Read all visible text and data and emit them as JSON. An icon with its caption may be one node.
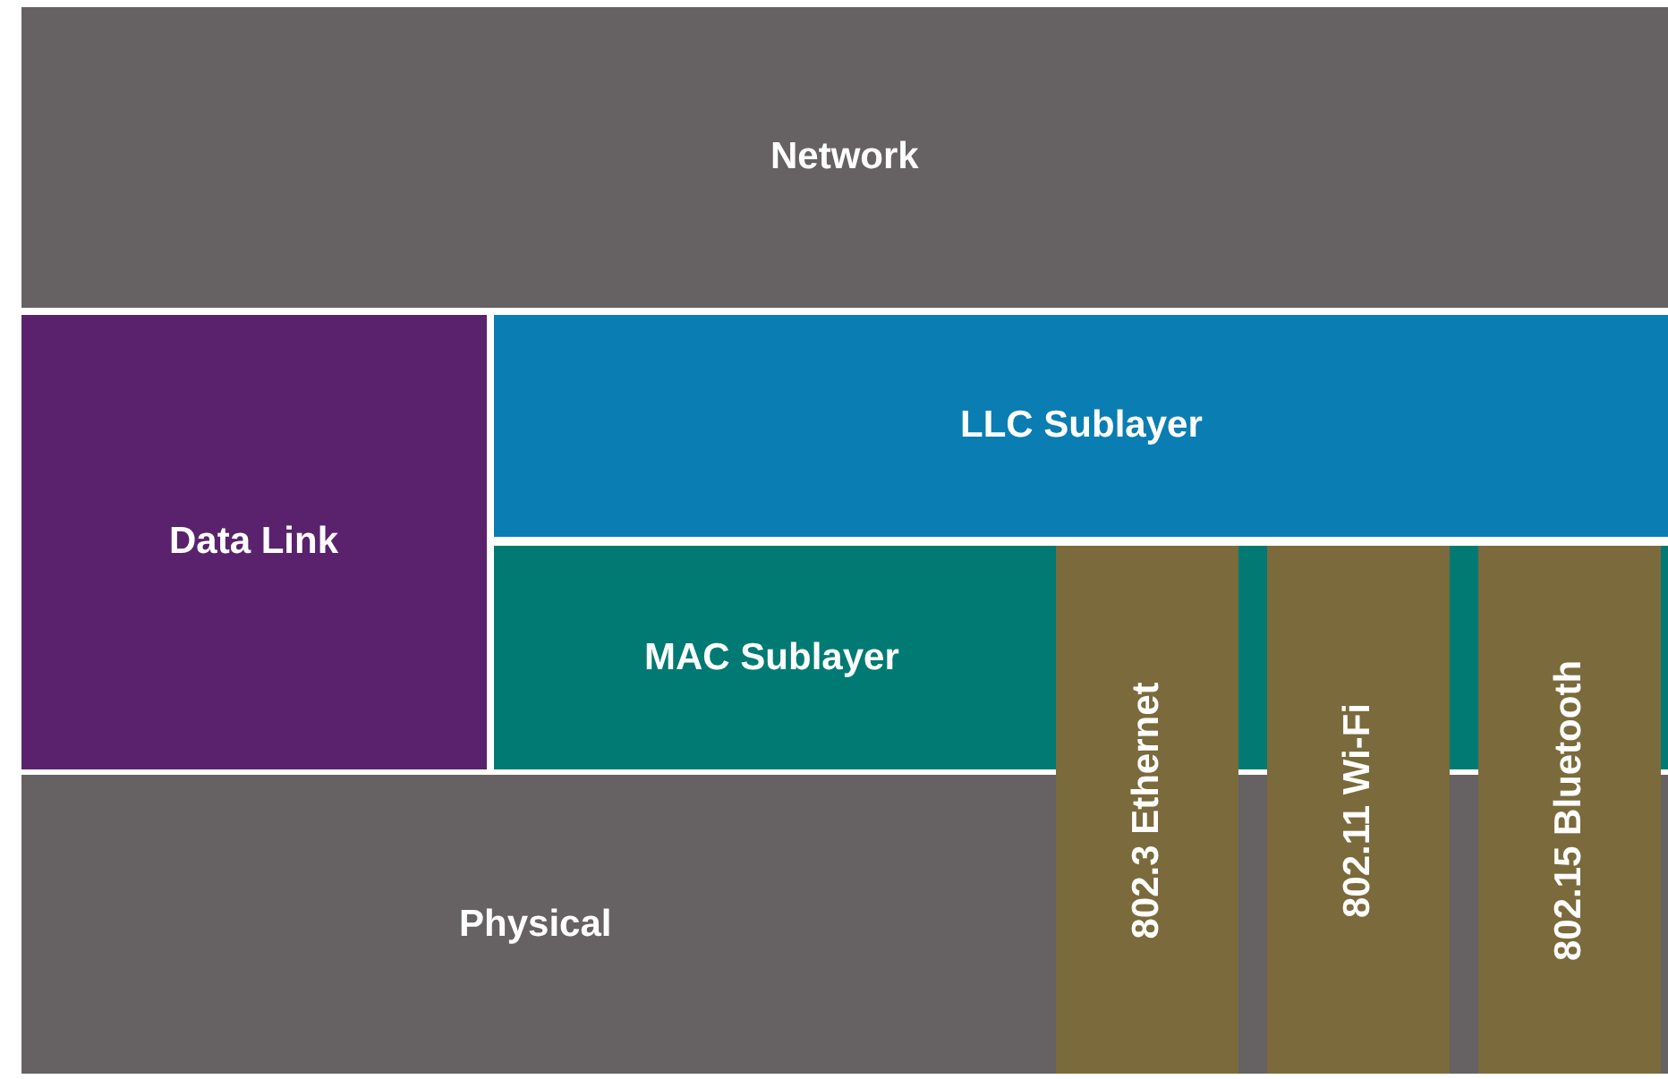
{
  "diagram": {
    "nodes": [
      {
        "text": [
          "Network"
        ]
      },
      {
        "text": [
          "Data Link"
        ]
      },
      {
        "text": [
          "LLC Sublayer"
        ]
      },
      {
        "text": [
          "MAC Sublayer"
        ]
      },
      {
        "text": [
          "Physical"
        ]
      },
      {
        "text": [
          "802.3 Ethernet"
        ]
      },
      {
        "text": [
          "802.11 Wi-Fi"
        ]
      },
      {
        "text": [
          "802.15 Bluetooth"
        ]
      }
    ]
  }
}
